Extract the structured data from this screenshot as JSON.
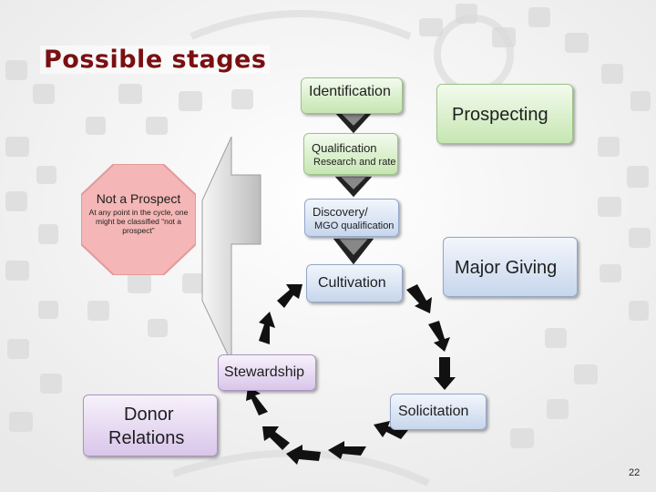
{
  "slide": {
    "title": "Possible stages",
    "page_number": "22"
  },
  "stages": [
    {
      "label": "Identification",
      "sublabel": ""
    },
    {
      "label": "Qualification",
      "sublabel": "Research and rate"
    },
    {
      "label": "Discovery/",
      "sublabel": "MGO qualification"
    },
    {
      "label": "Cultivation",
      "sublabel": ""
    },
    {
      "label": "Solicitation",
      "sublabel": ""
    },
    {
      "label": "Stewardship",
      "sublabel": ""
    }
  ],
  "categories": {
    "prospecting": "Prospecting",
    "major_giving": "Major Giving",
    "donor_relations_line1": "Donor",
    "donor_relations_line2": "Relations"
  },
  "stop_sign": {
    "title": "Not a Prospect",
    "note": "At any point in the cycle, one might be classified “not a prospect”"
  },
  "colors": {
    "title": "#7a0f12",
    "identification_box": "#c6e6b2",
    "major_giving_box": "#c7d6ec",
    "donor_relations_box": "#d9c6ea",
    "stop_sign": "#f4b6b6",
    "arrows": "#111111"
  }
}
